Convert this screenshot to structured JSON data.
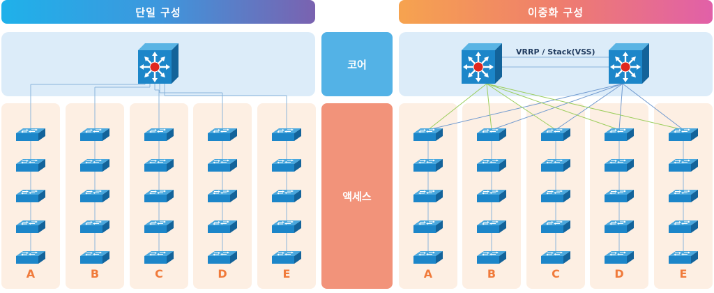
{
  "headers": {
    "single": "단일 구성",
    "redundant": "이중화 구성"
  },
  "labels": {
    "core": "코어",
    "access": "액세스",
    "vrrp": "VRRP / Stack(VSS)"
  },
  "columns": [
    "A",
    "B",
    "C",
    "D",
    "E"
  ],
  "switches_per_column": 5,
  "colors": {
    "core_link": "#8ab4db",
    "green_link": "#9acd5a",
    "blue_link": "#6f99cf",
    "letters": "#f07a3a"
  }
}
